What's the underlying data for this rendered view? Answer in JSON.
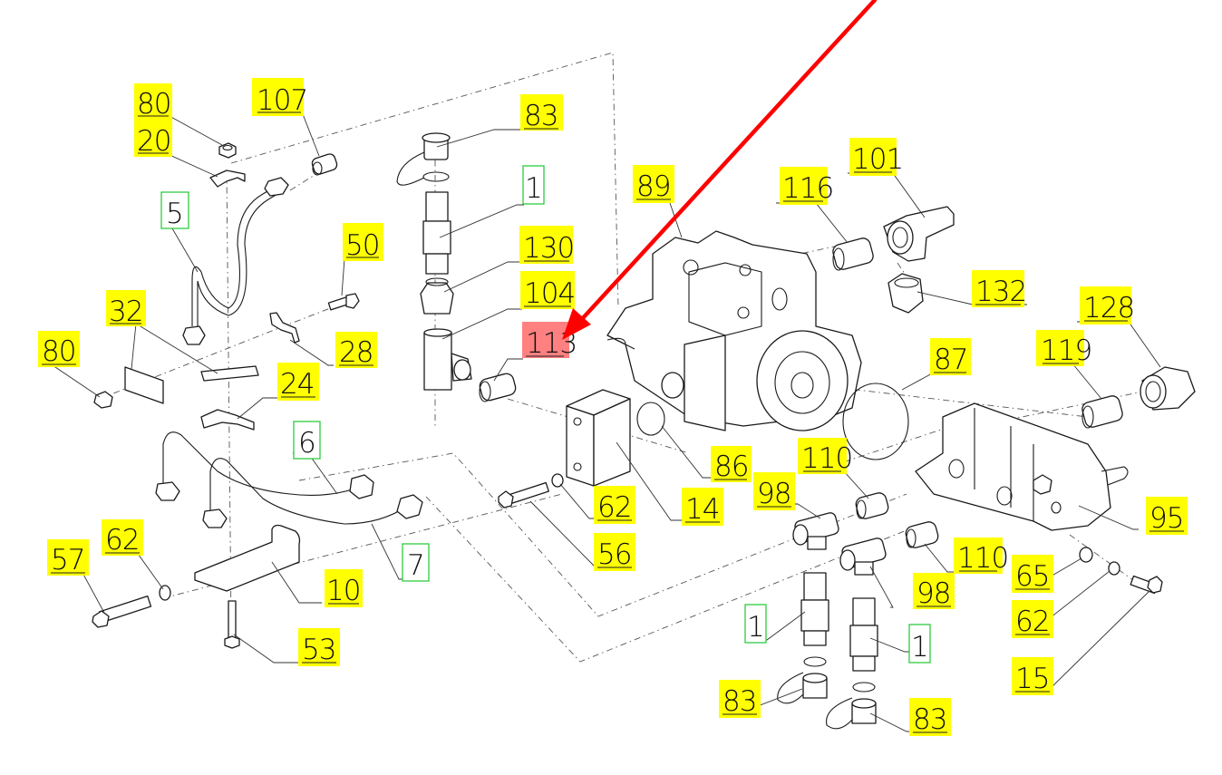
{
  "diagram": {
    "title": "Hydraulic pump assembly exploded view",
    "colors": {
      "label_highlight": "#ffff00",
      "label_selected": "#ff8080",
      "label_outline": "#2ecc40",
      "arrow": "#ff0000",
      "line": "#1a1a1a"
    },
    "callouts": [
      {
        "id": "c80a",
        "text": "80",
        "style": "yellow"
      },
      {
        "id": "c20",
        "text": "20",
        "style": "yellow"
      },
      {
        "id": "c107",
        "text": "107",
        "style": "yellow"
      },
      {
        "id": "c83a",
        "text": "83",
        "style": "yellow"
      },
      {
        "id": "c1a",
        "text": "1",
        "style": "outline"
      },
      {
        "id": "c5",
        "text": "5",
        "style": "outline"
      },
      {
        "id": "c50",
        "text": "50",
        "style": "yellow"
      },
      {
        "id": "c130",
        "text": "130",
        "style": "yellow"
      },
      {
        "id": "c104",
        "text": "104",
        "style": "yellow"
      },
      {
        "id": "c113",
        "text": "113",
        "style": "selected"
      },
      {
        "id": "c32",
        "text": "32",
        "style": "yellow"
      },
      {
        "id": "c80b",
        "text": "80",
        "style": "yellow"
      },
      {
        "id": "c28",
        "text": "28",
        "style": "yellow"
      },
      {
        "id": "c24",
        "text": "24",
        "style": "yellow"
      },
      {
        "id": "c6",
        "text": "6",
        "style": "outline"
      },
      {
        "id": "c7",
        "text": "7",
        "style": "outline"
      },
      {
        "id": "c57",
        "text": "57",
        "style": "yellow"
      },
      {
        "id": "c62a",
        "text": "62",
        "style": "yellow"
      },
      {
        "id": "c10",
        "text": "10",
        "style": "yellow"
      },
      {
        "id": "c53",
        "text": "53",
        "style": "yellow"
      },
      {
        "id": "c89",
        "text": "89",
        "style": "yellow"
      },
      {
        "id": "c116",
        "text": "116",
        "style": "yellow"
      },
      {
        "id": "c101",
        "text": "101",
        "style": "yellow"
      },
      {
        "id": "c132",
        "text": "132",
        "style": "yellow"
      },
      {
        "id": "c87",
        "text": "87",
        "style": "yellow"
      },
      {
        "id": "c119",
        "text": "119",
        "style": "yellow"
      },
      {
        "id": "c128",
        "text": "128",
        "style": "yellow"
      },
      {
        "id": "c86",
        "text": "86",
        "style": "yellow"
      },
      {
        "id": "c110a",
        "text": "110",
        "style": "yellow"
      },
      {
        "id": "c98a",
        "text": "98",
        "style": "yellow"
      },
      {
        "id": "c62b",
        "text": "62",
        "style": "yellow"
      },
      {
        "id": "c14",
        "text": "14",
        "style": "yellow"
      },
      {
        "id": "c56",
        "text": "56",
        "style": "yellow"
      },
      {
        "id": "c95",
        "text": "95",
        "style": "yellow"
      },
      {
        "id": "c110b",
        "text": "110",
        "style": "yellow"
      },
      {
        "id": "c98b",
        "text": "98",
        "style": "yellow"
      },
      {
        "id": "c65",
        "text": "65",
        "style": "yellow"
      },
      {
        "id": "c62c",
        "text": "62",
        "style": "yellow"
      },
      {
        "id": "c15",
        "text": "15",
        "style": "yellow"
      },
      {
        "id": "c1b",
        "text": "1",
        "style": "outline"
      },
      {
        "id": "c1c",
        "text": "1",
        "style": "outline"
      },
      {
        "id": "c83b",
        "text": "83",
        "style": "yellow"
      },
      {
        "id": "c83c",
        "text": "83",
        "style": "yellow"
      }
    ],
    "annotation": {
      "type": "arrow",
      "points_to": "113"
    }
  }
}
